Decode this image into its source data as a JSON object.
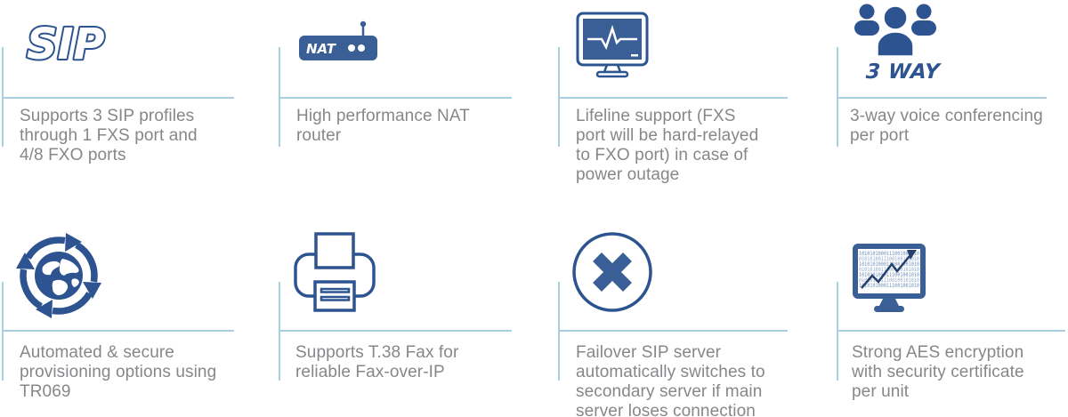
{
  "colors": {
    "icon_blue": "#2d5391",
    "icon_blue_fill": "#3a5f96",
    "line_blue": "#a9cee2",
    "text_gray": "#85878a",
    "chart_navy": "#24406e",
    "binary_blue": "#6d8fbd"
  },
  "features": [
    {
      "id": "sip-profiles",
      "icon": "sip-logo-icon",
      "icon_text": "SIP",
      "text": "Supports 3 SIP profiles\nthrough 1 FXS port and\n4/8 FXO ports"
    },
    {
      "id": "nat-router",
      "icon": "nat-router-icon",
      "icon_text": "NAT",
      "text": "High performance NAT\nrouter"
    },
    {
      "id": "lifeline-support",
      "icon": "monitor-pulse-icon",
      "text": "Lifeline support (FXS\nport will be hard-relayed\nto FXO port) in case of\npower outage"
    },
    {
      "id": "three-way-conferencing",
      "icon": "conference-people-icon",
      "icon_text": "3 WAY",
      "text": "3-way voice conferencing\nper port"
    },
    {
      "id": "auto-provisioning",
      "icon": "globe-provisioning-icon",
      "text": "Automated & secure\nprovisioning options using\nTR069"
    },
    {
      "id": "t38-fax",
      "icon": "fax-machine-icon",
      "text": "Supports T.38 Fax for\nreliable Fax-over-IP"
    },
    {
      "id": "failover-sip",
      "icon": "failover-x-circle-icon",
      "text": "Failover SIP server\nautomatically switches to\nsecondary server if main\nserver loses connection"
    },
    {
      "id": "aes-encryption",
      "icon": "encryption-monitor-icon",
      "binary_rows": [
        "1010101000111001001010",
        "0101010011100100101010",
        "1010101000111001001010",
        "0101010011100100101010",
        "1010101000111001001010",
        "0101010011100100101010",
        "1010101000111001001010"
      ],
      "text": "Strong AES encryption\nwith security certificate\nper unit"
    }
  ]
}
